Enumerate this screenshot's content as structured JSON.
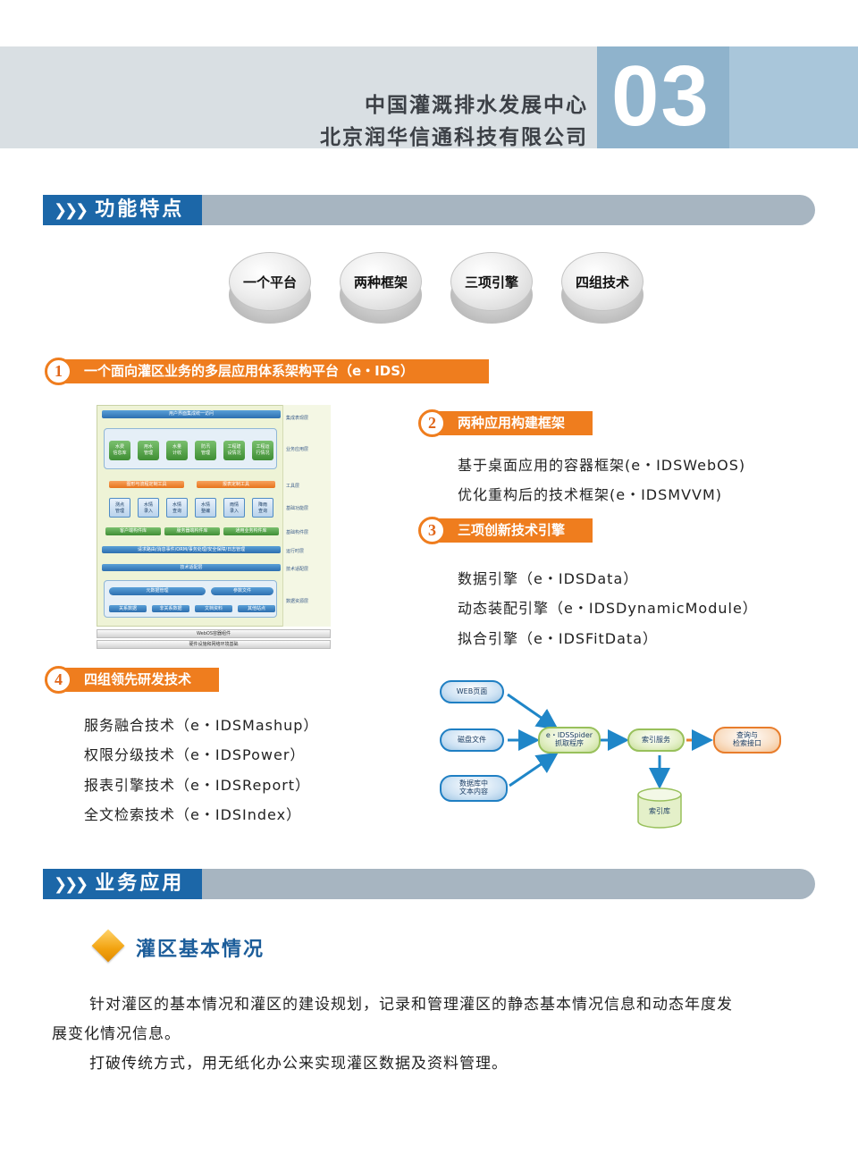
{
  "header": {
    "org_line1": "中国灌溉排水发展中心",
    "org_line2": "北京润华信通科技有限公司",
    "page_number": "03"
  },
  "section1": {
    "chevrons": "❯❯❯",
    "title": "功能特点"
  },
  "pills": [
    "一个平台",
    "两种框架",
    "三项引擎",
    "四组技术"
  ],
  "item1": {
    "number": "1",
    "title": "一个面向灌区业务的多层应用体系架构平台（e・IDS）"
  },
  "architecture": {
    "top_bar": "用户界面集成统一访问",
    "green_tiles": [
      "水费\n信息库",
      "用水\n管理",
      "水量\n计收",
      "防汛\n管理",
      "工程建\n设情况",
      "工程运\n行情况"
    ],
    "tool_bars": [
      "图形与流程定制工具",
      "报表定制工具"
    ],
    "blue_tiles": [
      "测点\n管理",
      "水情\n录入",
      "水情\n查询",
      "水情\n整编",
      "雨情\n录入",
      "降雨\n查询"
    ],
    "component_bars": [
      "客户端构件库",
      "服务器端构件库",
      "通用业务构件库"
    ],
    "runtime_bar": "请求路由/消息事件/ORM/事务处理/安全保障/日志管理",
    "adapter_bar": "技术适配层",
    "data_bars": [
      "元数据管理",
      "参数文件"
    ],
    "data_items": [
      "关系数据",
      "非关系数据",
      "文档资料",
      "其他站点"
    ],
    "bottom_bars": [
      "WebOS容器组件",
      "硬件设施和网络环境基础"
    ],
    "layer_labels": [
      "集成表现层",
      "业务应用层",
      "工具层",
      "基础功能层",
      "基础构件层",
      "运行时层",
      "技术适配层",
      "数据资源层"
    ]
  },
  "item2": {
    "number": "2",
    "title": "两种应用构建框架",
    "lines": [
      "基于桌面应用的容器框架(e・IDSWebOS)",
      "优化重构后的技术框架(e・IDSMVVM)"
    ]
  },
  "item3": {
    "number": "3",
    "title": "三项创新技术引擎",
    "lines": [
      "数据引擎（e・IDSData）",
      "动态装配引擎（e・IDSDynamicModule）",
      "拟合引擎（e・IDSFitData）"
    ]
  },
  "item4": {
    "number": "4",
    "title": "四组领先研发技术",
    "lines": [
      "服务融合技术（e・IDSMashup）",
      "权限分级技术（e・IDSPower）",
      "报表引擎技术（e・IDSReport）",
      "全文检索技术（e・IDSIndex）"
    ]
  },
  "flow": {
    "web": "WEB页面",
    "disk": "磁盘文件",
    "db": "数据库中\n文本内容",
    "spider": "e・IDSSpider\n抓取程序",
    "index_service": "索引服务",
    "query": "查询与\n检索接口",
    "index_db": "索引库"
  },
  "section2": {
    "chevrons": "❯❯❯",
    "title": "业务应用"
  },
  "subsection": {
    "title": "灌区基本情况",
    "para1_line1": "针对灌区的基本情况和灌区的建设规划，记录和管理灌区的静态基本情况信息和动态年度发",
    "para1_line2": "展变化情况信息。",
    "para2": "打破传统方式，用无纸化办公来实现灌区数据及资料管理。"
  },
  "colors": {
    "accent_blue": "#1c67a8",
    "accent_orange": "#ef7d1e",
    "bar_grey": "#a7b5c1"
  }
}
